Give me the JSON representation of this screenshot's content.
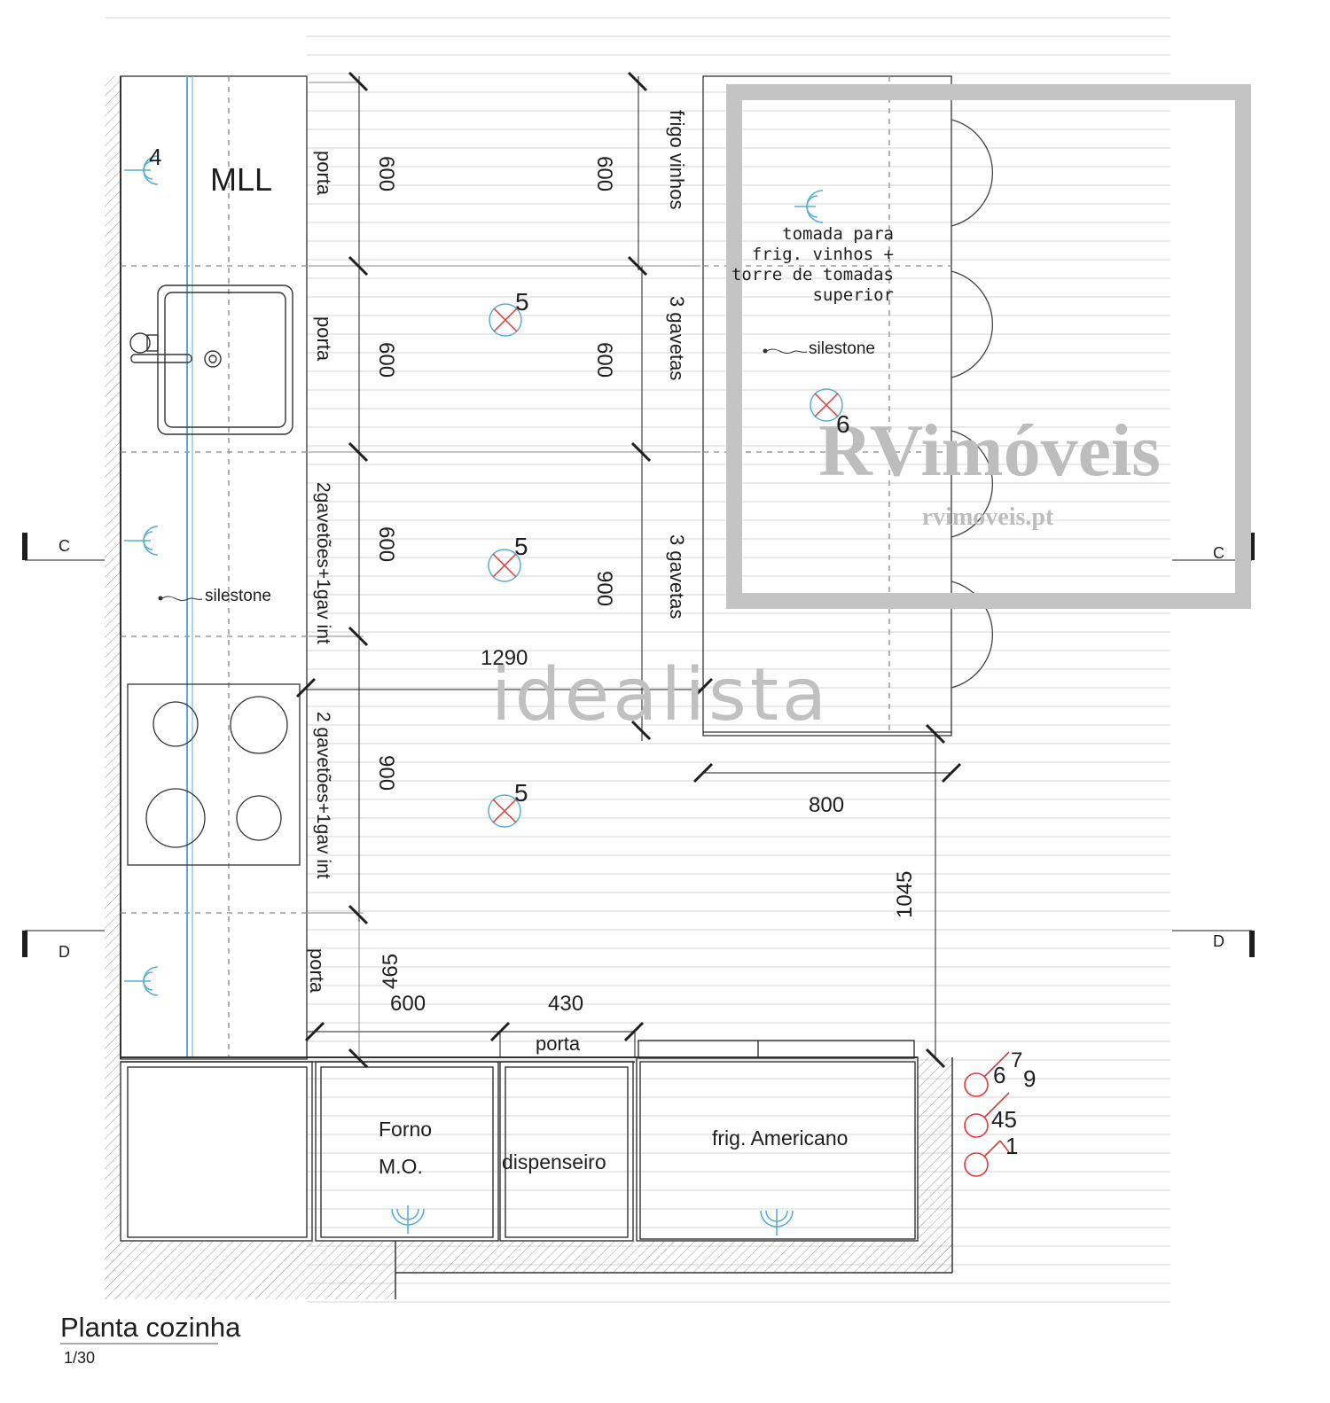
{
  "title": "Planta cozinha",
  "scale": "1/30",
  "watermark": {
    "brand": "RVimóveis",
    "site": "rvimoveis.pt",
    "portal": "idealista"
  },
  "labels": {
    "mll": "MLL",
    "porta": "porta",
    "frigo_vinhos": "frigo vinhos",
    "tres_gavetas": "3 gavetas",
    "dois_gavetoes_a": "2gavetões+1gav int",
    "dois_gavetoes_b": "2 gavetões+1gav int",
    "silestone": "silestone",
    "tomada_para": "tomada para",
    "frig_vinhos_mais": "frig. vinhos +",
    "torre_de_tomadas": "torre de tomadas",
    "superior": "superior",
    "forno": "Forno",
    "mo": "M.O.",
    "dispenseiro": "dispenseiro",
    "frig_americano": "frig. Americano"
  },
  "dimensions": {
    "d600": "600",
    "d900": "900",
    "d1290": "1290",
    "d800": "800",
    "d1045": "1045",
    "d465": "465",
    "d430": "430"
  },
  "markers": {
    "m4": "4",
    "m5": "5",
    "m6": "6",
    "m1": "1",
    "m7": "7",
    "m9": "9",
    "m45": "45"
  },
  "section_marks": {
    "c": "C",
    "d": "D"
  },
  "colors": {
    "line": "#333333",
    "blue": "#5aaed6",
    "red": "#e03a3a",
    "watermark": "#c4c4c4"
  }
}
